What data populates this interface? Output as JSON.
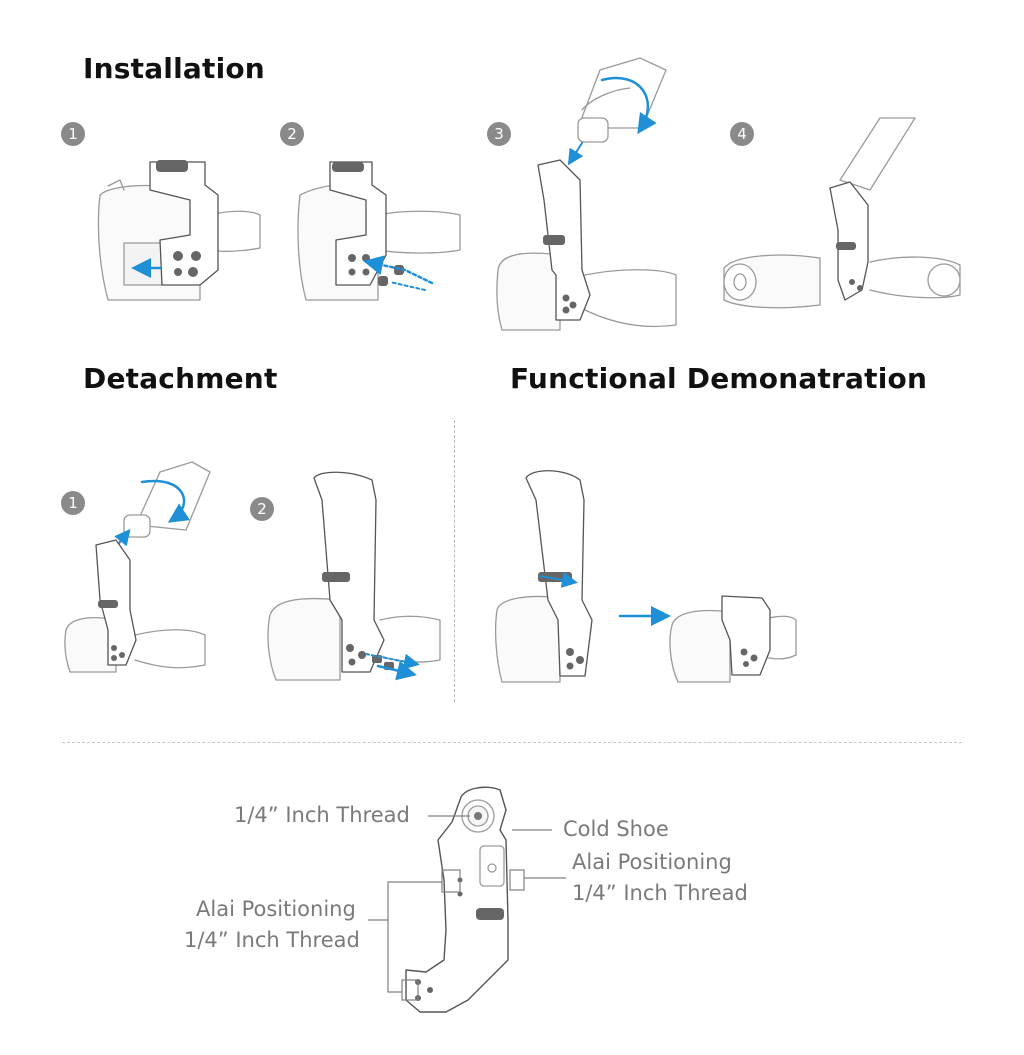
{
  "sections": {
    "installation": "Installation",
    "detachment": "Detachment",
    "functional": "Functional Demonatration"
  },
  "steps": {
    "install": [
      "1",
      "2",
      "3",
      "4"
    ],
    "detach": [
      "1",
      "2"
    ]
  },
  "callouts": {
    "top_left": "1/4” Inch Thread",
    "cold_shoe": "Cold Shoe",
    "right_line1": "Alai Positioning",
    "right_line2": "1/4” Inch Thread",
    "left_line1": "Alai Positioning",
    "left_line2": "1/4” Inch Thread"
  },
  "colors": {
    "arrow": "#1f8fd8",
    "line": "#808080",
    "heading": "#111111"
  }
}
